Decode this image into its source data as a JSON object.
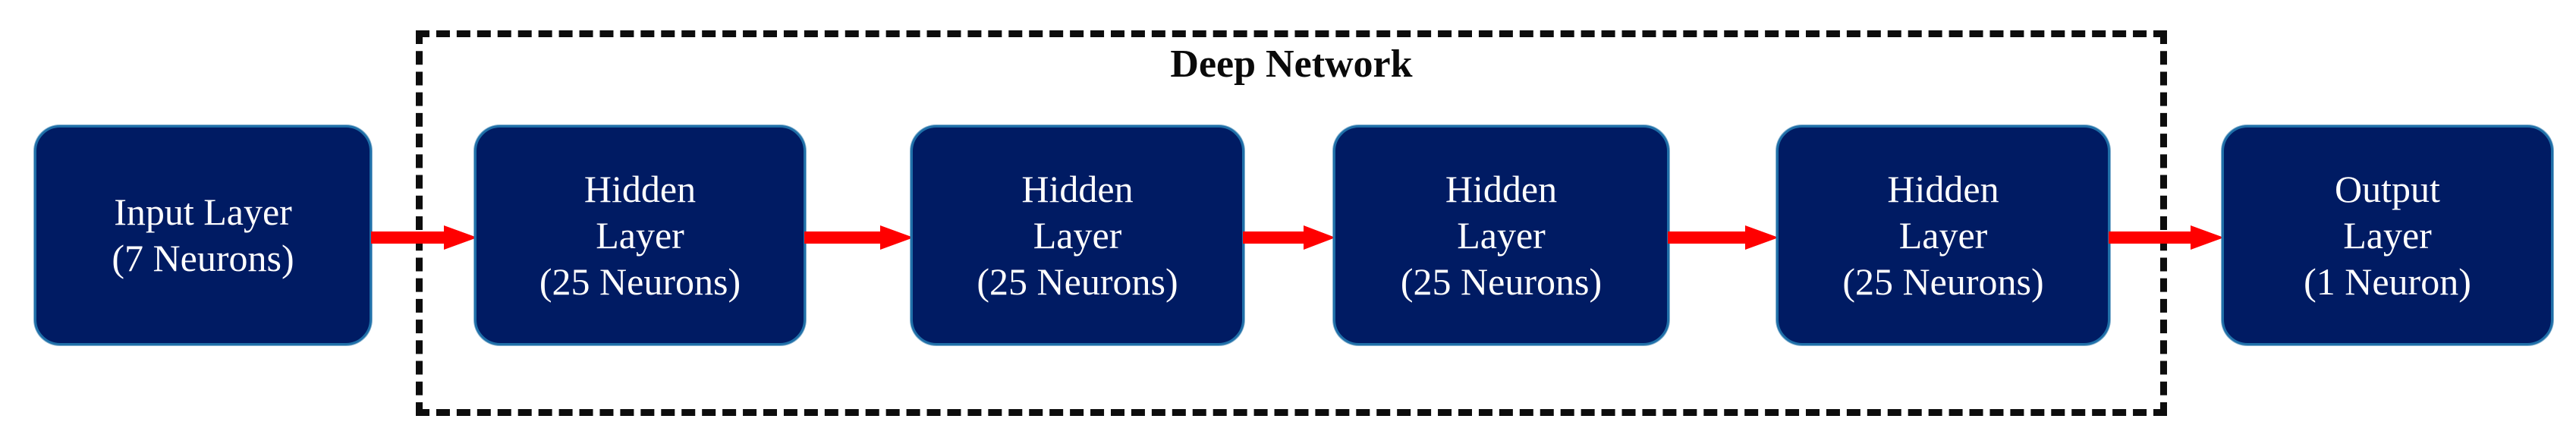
{
  "diagram": {
    "group": {
      "title": "Deep Network",
      "border_style": "dashed",
      "border_color": "#0d0d0d"
    },
    "colors": {
      "node_fill": "#001b63",
      "node_border": "#1f6fa8",
      "node_text": "#ffffff",
      "arrow": "#ff0000",
      "background": "#ffffff",
      "title_text": "#0a0a0a"
    },
    "nodes": [
      {
        "id": "input-layer",
        "line1": "Input Layer",
        "line2": "(7 Neurons)",
        "line3": "",
        "in_group": false
      },
      {
        "id": "hidden-layer-1",
        "line1": "Hidden",
        "line2": "Layer",
        "line3": "(25 Neurons)",
        "in_group": true
      },
      {
        "id": "hidden-layer-2",
        "line1": "Hidden",
        "line2": "Layer",
        "line3": "(25 Neurons)",
        "in_group": true
      },
      {
        "id": "hidden-layer-3",
        "line1": "Hidden",
        "line2": "Layer",
        "line3": "(25 Neurons)",
        "in_group": true
      },
      {
        "id": "hidden-layer-4",
        "line1": "Hidden",
        "line2": "Layer",
        "line3": "(25 Neurons)",
        "in_group": true
      },
      {
        "id": "output-layer",
        "line1": "Output",
        "line2": "Layer",
        "line3": "(1 Neuron)",
        "in_group": false
      }
    ],
    "connectors": [
      {
        "id": "arrow-input-to-h1",
        "from": "input-layer",
        "to": "hidden-layer-1",
        "icon": "right-arrow-icon"
      },
      {
        "id": "arrow-h1-to-h2",
        "from": "hidden-layer-1",
        "to": "hidden-layer-2",
        "icon": "right-arrow-icon"
      },
      {
        "id": "arrow-h2-to-h3",
        "from": "hidden-layer-2",
        "to": "hidden-layer-3",
        "icon": "right-arrow-icon"
      },
      {
        "id": "arrow-h3-to-h4",
        "from": "hidden-layer-3",
        "to": "hidden-layer-4",
        "icon": "right-arrow-icon"
      },
      {
        "id": "arrow-h4-to-output",
        "from": "hidden-layer-4",
        "to": "output-layer",
        "icon": "right-arrow-icon"
      }
    ]
  }
}
